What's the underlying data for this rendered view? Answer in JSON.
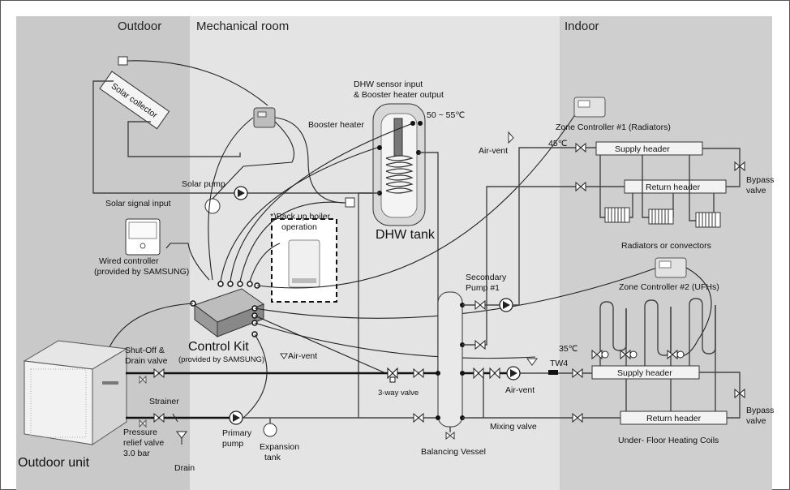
{
  "zones": {
    "outdoor": "Outdoor",
    "mechanical_room": "Mechanical room",
    "indoor": "Indoor"
  },
  "solar": {
    "collector": "Solar collector",
    "pump": "Solar pump",
    "signal_input": "Solar signal input"
  },
  "dhw": {
    "sensor_line1": "DHW sensor input",
    "sensor_line2": "& Booster heater output",
    "temp_range": "50 ~ 55℃",
    "booster_heater": "Booster heater",
    "tank": "DHW tank"
  },
  "boiler": {
    "line1": "*)Back up boiler",
    "line2": "operation"
  },
  "wired_controller": {
    "line1": "Wired controller",
    "line2": "(provided by SAMSUNG)"
  },
  "control_kit": {
    "title": "Control Kit",
    "subtitle": "(provided by SAMSUNG)"
  },
  "outdoor_unit": {
    "label": "Outdoor unit",
    "shutoff_line1": "Shut-Off &",
    "shutoff_line2": "Drain valve",
    "strainer": "Strainer",
    "prv_line1": "Pressure",
    "prv_line2": "relief valve",
    "prv_line3": "3.0 bar",
    "drain": "Drain"
  },
  "circuit": {
    "air_vent": "Air-vent",
    "three_way_valve": "3-way valve",
    "primary_pump_line1": "Primary",
    "primary_pump_line2": "pump",
    "expansion_line1": "Expansion",
    "expansion_line2": "tank",
    "balancing_vessel": "Balancing Vessel",
    "secondary_pump_line1": "Secondary",
    "secondary_pump_line2": "Pump #1",
    "mixing_valve": "Mixing valve",
    "tw4": "TW4",
    "temp_35": "35℃",
    "temp_45": "45℃"
  },
  "radiators": {
    "zone_controller": "Zone Controller #1 (Radiators)",
    "supply_header": "Supply header",
    "return_header": "Return header",
    "bypass_line1": "Bypass",
    "bypass_line2": "valve",
    "caption": "Radiators or convectors"
  },
  "ufh": {
    "zone_controller": "Zone Controller #2 (UFHs)",
    "supply_header": "Supply header",
    "return_header": "Return header",
    "bypass_line1": "Bypass",
    "bypass_line2": "valve",
    "caption": "Under- Floor Heating Coils"
  }
}
